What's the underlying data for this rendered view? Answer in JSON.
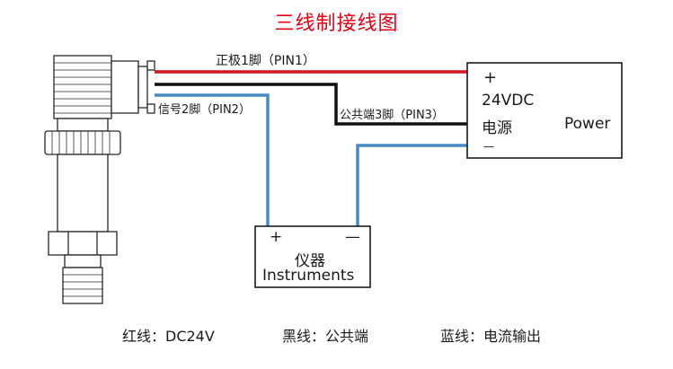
{
  "title": "三线制接线图",
  "wires": {
    "red_label": "正极1脚（PIN1）",
    "blue_label": "信号2脚（PIN2）",
    "black_label": "公共端3脚（PIN3）"
  },
  "power_box": {
    "plus": "+",
    "voltage": "24VDC",
    "name_cn": "电源",
    "name_en": "Power",
    "minus": "—"
  },
  "instrument_box": {
    "plus": "+",
    "minus": "—",
    "name_cn": "仪器",
    "name_en": "Instruments"
  },
  "legend": {
    "red": "红线：DC24V",
    "black": "黑线：公共端",
    "blue": "蓝线：电流输出"
  },
  "colors": {
    "title": "#e60012",
    "red_wire": "#d4141e",
    "black_wire": "#111111",
    "blue_wire": "#4a8ac4"
  }
}
